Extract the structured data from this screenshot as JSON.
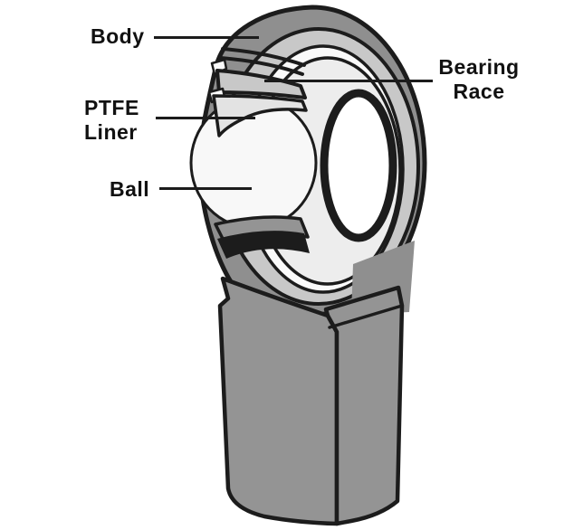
{
  "diagram": {
    "type": "labeled-illustration",
    "subject": "rod-end-spherical-bearing-cutaway",
    "labels": {
      "body": "Body",
      "bearing_race": {
        "line1": "Bearing",
        "line2": "Race"
      },
      "ptfe_liner": {
        "line1": "PTFE",
        "line2": "Liner"
      },
      "ball": "Ball"
    },
    "colors": {
      "outline": "#1c1c1c",
      "body_gray": "#8f8f8f",
      "shank_gray": "#949494",
      "race_gray": "#c8c8c8",
      "liner_gray": "#e3e3e3",
      "ball_white": "#f8f8f8",
      "face_light": "#ededed",
      "sliver_white": "#fafafa",
      "bore_white": "#ffffff",
      "background": "#ffffff",
      "label_text": "#111111"
    }
  }
}
